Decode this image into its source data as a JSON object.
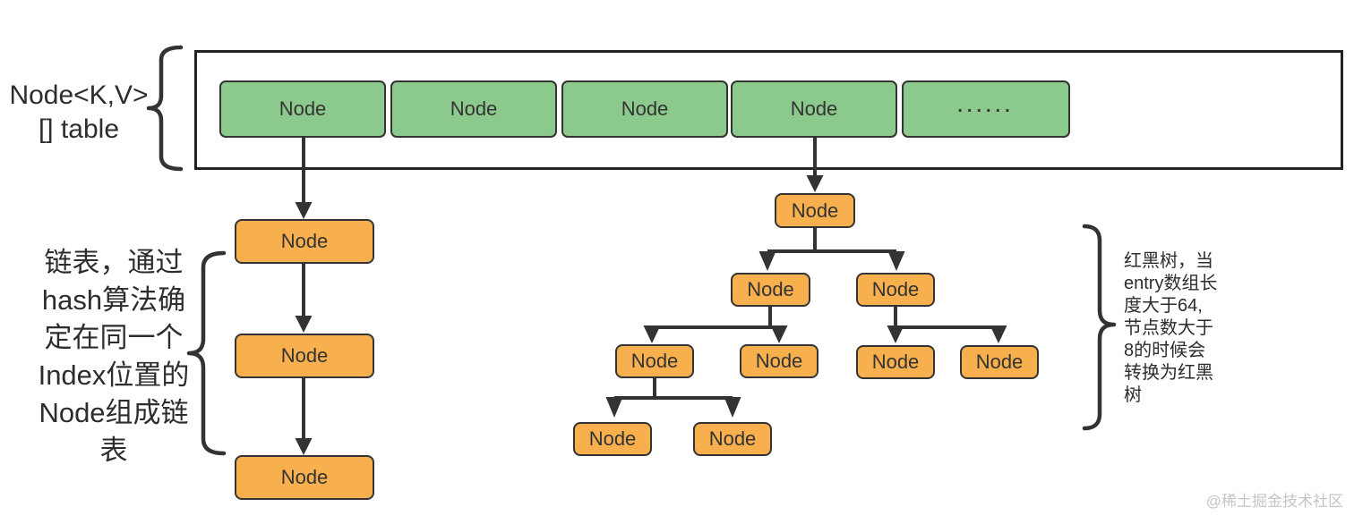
{
  "table": {
    "label": {
      "line1": "Node<K,V>",
      "line2": "[] table"
    },
    "cells": [
      "Node",
      "Node",
      "Node",
      "Node",
      "......"
    ]
  },
  "linked_list": {
    "nodes": [
      "Node",
      "Node",
      "Node"
    ],
    "annotation_lines": [
      "链表，通过",
      "hash算法确",
      "定在同一个",
      "Index位置的",
      "Node组成链",
      "表"
    ]
  },
  "tree": {
    "nodes": {
      "root": "Node",
      "left": "Node",
      "right": "Node",
      "left_left": "Node",
      "left_right": "Node",
      "right_left": "Node",
      "right_right": "Node",
      "left_left_left": "Node",
      "left_left_right": "Node"
    },
    "annotation_lines": [
      "红黑树，当",
      "entry数组长",
      "度大于64,",
      "节点数大于",
      "8的时候会",
      "转换为红黑",
      "树"
    ]
  },
  "watermark": "@稀土掘金技术社区",
  "colors": {
    "bucket_fill": "#8CC98C",
    "node_fill": "#F8B04F",
    "stroke": "#333333",
    "table_border": "#222222",
    "watermark": "#C5C5C5"
  }
}
